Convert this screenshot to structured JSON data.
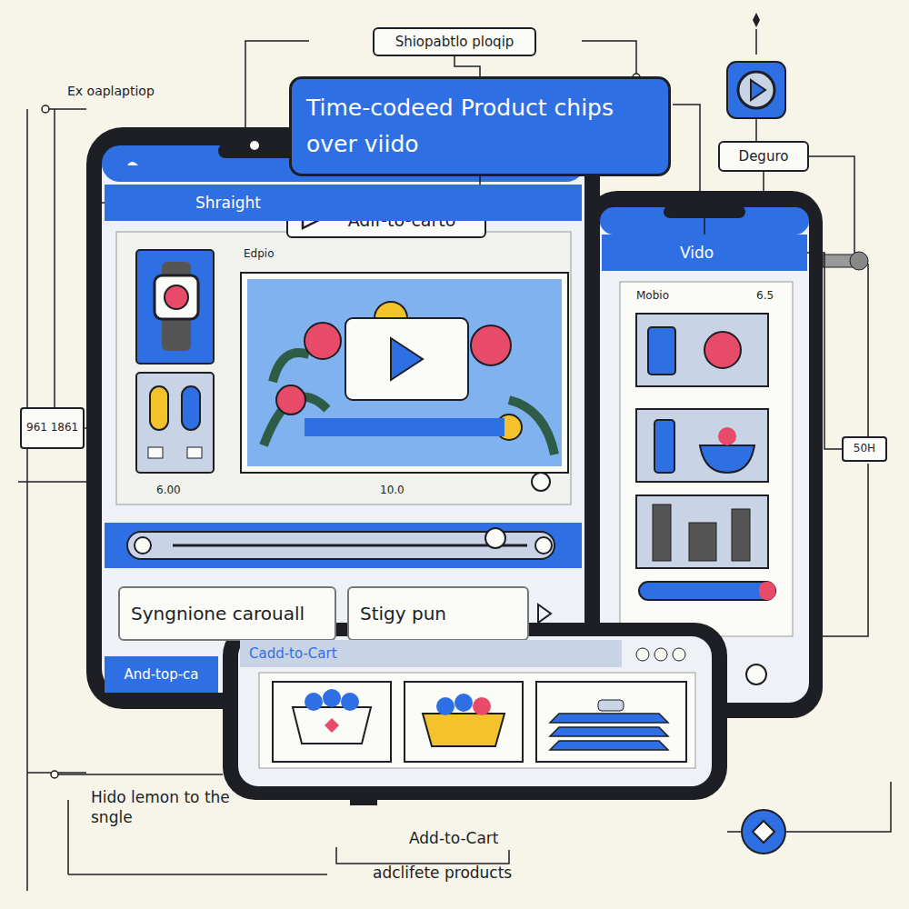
{
  "diagram": {
    "nodes": [
      {
        "text": [
          "Shiopabtlo ploqip"
        ]
      },
      {
        "text": [
          "Time-codeed Product chips over viido"
        ]
      },
      {
        "text": [
          "Adir-to-carto"
        ]
      },
      {
        "text": [
          "Deguro"
        ]
      },
      {
        "text": [
          "Shraight"
        ]
      },
      {
        "text": [
          "Syngnione carouall"
        ]
      },
      {
        "text": [
          "Stigy pun"
        ]
      },
      {
        "text": [
          "And-top-ca"
        ]
      },
      {
        "text": [
          "Vido"
        ]
      },
      {
        "text": [
          "Cadd-to-Cart"
        ]
      },
      {
        "text": [
          "961 1861"
        ]
      },
      {
        "text": [
          "50H"
        ]
      }
    ],
    "edges": [
      {
        "from": 0,
        "to": 1,
        "arrow": "none"
      },
      {
        "from": 1,
        "to": 2,
        "arrow": "none"
      },
      {
        "from": 3,
        "to": 8,
        "arrow": "none"
      },
      {
        "from": 10,
        "to": 4,
        "arrow": "none"
      },
      {
        "from": 11,
        "to": 8,
        "arrow": "none"
      }
    ],
    "labels": [
      "Ex oaplaptiop",
      "Edpio",
      "6.00",
      "10.0",
      "Mobio",
      "6.5",
      "Hido lemon to the sngle",
      "Add-to-Cart",
      "adclifete products"
    ]
  }
}
